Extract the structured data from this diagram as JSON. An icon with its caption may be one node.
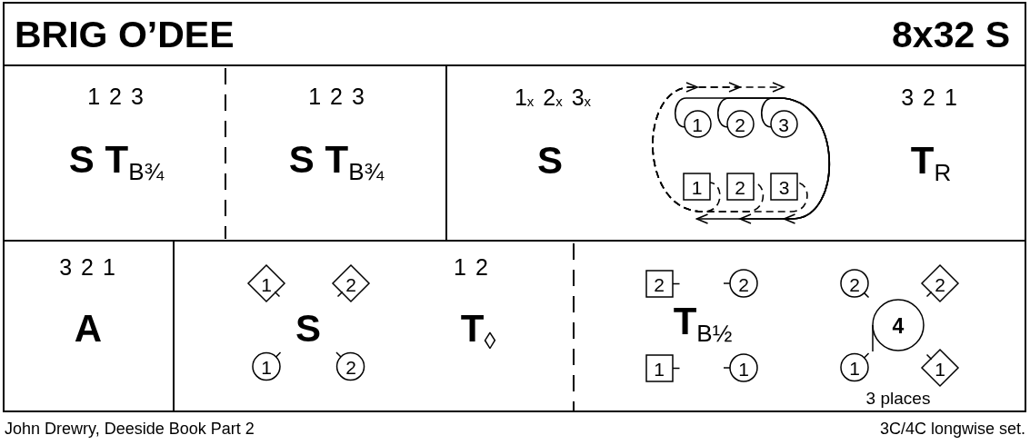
{
  "diagram": {
    "title": "BRIG O’DEE",
    "nodes": [
      {
        "text": [
          "1 2 3",
          "S T$_{B¾}$"
        ]
      },
      {
        "text": [
          "1 2 3",
          "S T$_{B¾}$"
        ]
      },
      {
        "text": [
          "1$_{x}$ 2$_{x}$ 3$_{x}$",
          "S",
          "3 2 1",
          "T$_{R}$"
        ]
      },
      {
        "text": [
          "1"
        ],
        "in": 2
      },
      {
        "text": [
          "2"
        ],
        "in": 2
      },
      {
        "text": [
          "3"
        ],
        "in": 2
      },
      {
        "text": [
          "1"
        ],
        "in": 2
      },
      {
        "text": [
          "2"
        ],
        "in": 2
      },
      {
        "text": [
          "3"
        ],
        "in": 2
      },
      {
        "text": [
          "3 2 1",
          "A"
        ]
      },
      {
        "text": [
          "S",
          "1 2",
          "T$_{◊}$"
        ]
      },
      {
        "text": [
          "1"
        ],
        "in": 10
      },
      {
        "text": [
          "2"
        ],
        "in": 10
      },
      {
        "text": [
          "1"
        ],
        "in": 10
      },
      {
        "text": [
          "2"
        ],
        "in": 10
      },
      {
        "text": [
          "T$_{B½}$"
        ]
      },
      {
        "text": [
          "2"
        ],
        "in": 15
      },
      {
        "text": [
          "2"
        ],
        "in": 15
      },
      {
        "text": [
          "2"
        ],
        "in": 15
      },
      {
        "text": [
          "2"
        ],
        "in": 15
      },
      {
        "text": [
          "4"
        ],
        "in": 15
      },
      {
        "text": [
          "1"
        ],
        "in": 15
      },
      {
        "text": [
          "1"
        ],
        "in": 15
      },
      {
        "text": [
          "1"
        ],
        "in": 15
      },
      {
        "text": [
          "1"
        ],
        "in": 15
      }
    ],
    "edges": [
      {
        "from": 3,
        "to": 6,
        "arrow": "to"
      },
      {
        "from": 4,
        "to": 7,
        "arrow": "to"
      },
      {
        "from": 5,
        "to": 8,
        "arrow": "to"
      },
      {
        "from": 6,
        "to": 3,
        "arrow": "to",
        "style": "dashed"
      },
      {
        "from": 7,
        "to": 4,
        "arrow": "to",
        "style": "dashed"
      },
      {
        "from": 8,
        "to": 5,
        "arrow": "to",
        "style": "dashed"
      }
    ],
    "labels": [
      "8x32 S",
      "3 places",
      "John Drewry, Deeside Book Part 2",
      "3C/4C longwise set."
    ]
  }
}
